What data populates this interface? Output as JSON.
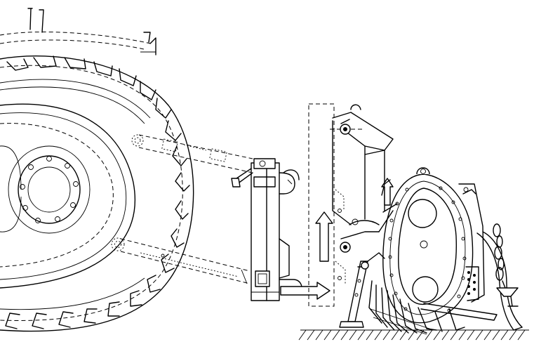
{
  "diagram": {
    "parts": [
      "tractor-rear-wheel",
      "tractor-tire",
      "wheel-hub",
      "upper-link-arm",
      "lower-link-arm",
      "quick-hitch-frame",
      "hitch-lift-arrow",
      "hitch-forward-arrow",
      "implement-headstock",
      "implement-gearbox-housing",
      "rotor-tines",
      "parking-stand",
      "safety-chain",
      "ground-hatching"
    ],
    "colors": {
      "stroke": "#000000",
      "background": "#ffffff"
    }
  }
}
